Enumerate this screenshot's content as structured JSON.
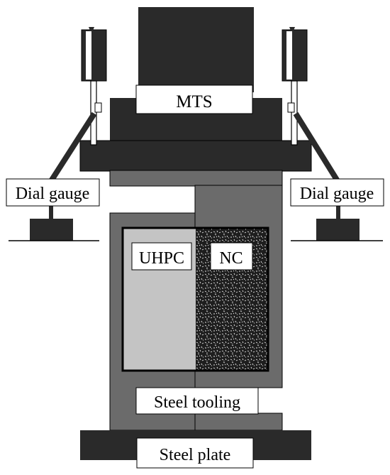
{
  "labels": {
    "mts": "MTS",
    "dial_gauge_left": "Dial gauge",
    "dial_gauge_right": "Dial gauge",
    "uhpc": "UHPC",
    "nc": "NC",
    "steel_tooling": "Steel tooling",
    "steel_plate": "Steel plate"
  },
  "colors": {
    "dark": "#2a2a2a",
    "tooling": "#6b6b6b",
    "uhpc": "#c4c4c4",
    "nc_base": "#1e1e1e",
    "label_bg": "#ffffff"
  }
}
